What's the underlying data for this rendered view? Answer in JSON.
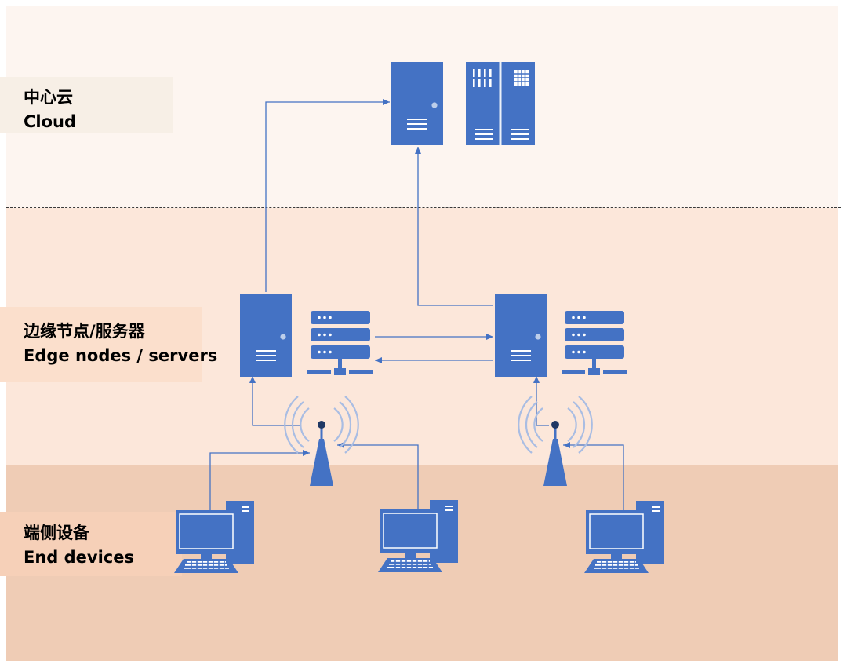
{
  "layers": {
    "cloud": {
      "label_zh": "中心云",
      "label_en": "Cloud"
    },
    "edge": {
      "label_zh": "边缘节点/服务器",
      "label_en": "Edge nodes / servers"
    },
    "end": {
      "label_zh": "端侧设备",
      "label_en": "End devices"
    }
  },
  "colors": {
    "device_blue": "#4472c4",
    "cloud_band": "#fdf5f0",
    "edge_band": "#fce7da",
    "end_band": "#efccb5",
    "divider": "#3a3a3a"
  },
  "icons": {
    "tower_server": "tower-server-icon",
    "server_rack": "server-rack-icon",
    "network_server": "network-server-icon",
    "wireless_antenna": "wireless-antenna-icon",
    "desktop_computer": "desktop-computer-icon"
  }
}
